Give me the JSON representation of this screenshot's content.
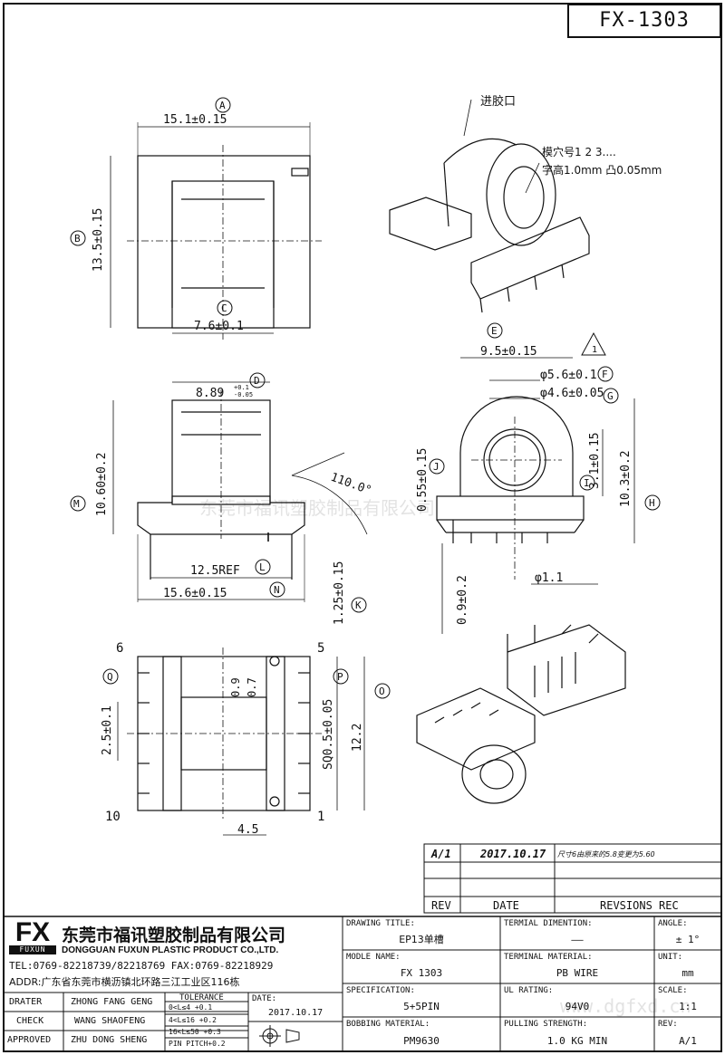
{
  "title_box": {
    "part_no": "FX-1303"
  },
  "views": {
    "top": {
      "dim_a": "15.1±0.15",
      "bub_a": "A",
      "dim_b": "13.5±0.15",
      "bub_b": "B",
      "dim_c": "7.6±0.1",
      "bub_c": "C"
    },
    "front": {
      "dim_d": "8.89",
      "dim_d_tol_up": "+0.1",
      "dim_d_tol_dn": "-0.05",
      "bub_d": "D",
      "dim_m": "10.60±0.2",
      "bub_m": "M",
      "dim_l": "12.5REF",
      "bub_l": "L",
      "dim_n": "15.6±0.15",
      "bub_n": "N",
      "dim_k": "1.25±0.15",
      "bub_k": "K",
      "dim_angle": "110.0°"
    },
    "side": {
      "dim_e": "9.5±0.15",
      "bub_e": "E",
      "dim_f": "φ5.6±0.1",
      "bub_f": "F",
      "dim_g": "φ4.6±0.05",
      "bub_g": "G",
      "dim_j": "0.55±0.15",
      "bub_j": "J",
      "dim_i": "3.1±0.15",
      "bub_i": "I",
      "dim_h": "10.3±0.2",
      "bub_h": "H",
      "dim_pin_dia": "φ1.1",
      "dim_pin_len": "0.9±0.2",
      "rev_mark": "1"
    },
    "bottom": {
      "pin_6": "6",
      "pin_5": "5",
      "pin_10": "10",
      "pin_1": "1",
      "dim_q": "2.5±0.1",
      "bub_q": "Q",
      "dim_09": "0.9",
      "dim_07": "0.7",
      "dim_p": "SQ0.5±0.05",
      "bub_p": "P",
      "dim_o": "12.2",
      "bub_o": "O",
      "dim_45": "4.5"
    },
    "iso": {
      "gate_label": "进胶口",
      "cavity_label": "模穴号1 2 3....",
      "char_label": "字高1.0mm 凸0.05mm"
    }
  },
  "watermark": {
    "text": "东莞市福讯塑胶制品有限公司",
    "url": "www.dgfxd.cn"
  },
  "revision": {
    "rows": [
      {
        "rev": "A/1",
        "date": "2017.10.17",
        "note": "尺寸6由原来的5.8变更为5.60"
      }
    ],
    "headers": {
      "rev": "REV",
      "date": "DATE",
      "rec": "REVSIONS REC"
    }
  },
  "company": {
    "logo_big": "FX",
    "logo_small": "FUXUN",
    "name_cn": "东莞市福讯塑胶制品有限公司",
    "name_en": "DONGGUAN FUXUN PLASTIC PRODUCT CO.,LTD.",
    "tel": "TEL:0769-82218739/82218769 FAX:0769-82218929",
    "addr": "ADDR:广东省东莞市横沥镇北环路三江工业区116栋"
  },
  "signoff": {
    "drater_label": "DRATER",
    "drater": "ZHONG FANG GENG",
    "check_label": "CHECK",
    "check": "WANG SHAOFENG",
    "approved_label": "APPROVED",
    "approved": "ZHU DONG SHENG",
    "tolerance_label": "TOLERANCE",
    "tol_rows": [
      "0<L≤4 +0.1",
      "4<L≤16 +0.2",
      "16<L≤50 +0.3",
      "PIN PITCH+0.2"
    ],
    "date_label": "DATE:",
    "date": "2017.10.17"
  },
  "fields": {
    "drawing_title_label": "DRAWING TITLE:",
    "drawing_title": "EP13单槽",
    "terminal_dim_label": "TERMIAL DIMENTION:",
    "terminal_dim": "——",
    "angle_label": "ANGLE:",
    "angle": "± 1°",
    "model_label": "MODLE NAME:",
    "model": "FX 1303",
    "terminal_mat_label": "TERMINAL MATERIAL:",
    "terminal_mat": "PB WIRE",
    "unit_label": "UNIT:",
    "unit": "mm",
    "spec_label": "SPECIFICATION:",
    "spec": "5+5PIN",
    "ul_label": "UL RATING:",
    "ul": "94V0",
    "scale_label": "SCALE:",
    "scale": "1:1",
    "bobbin_label": "BOBBING MATERIAL:",
    "bobbin": "PM9630",
    "pull_label": "PULLING STRENGTH:",
    "pull": "1.0 KG MIN",
    "rev_label": "REV:",
    "rev": "A/1"
  }
}
